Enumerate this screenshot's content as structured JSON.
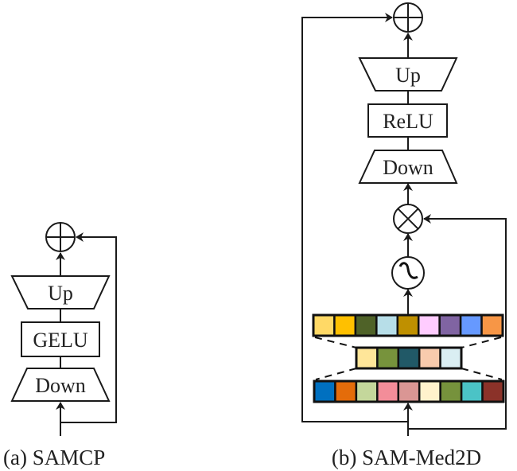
{
  "panel_a": {
    "caption": "(a) SAMCP",
    "blocks": {
      "up": "Up",
      "activation": "GELU",
      "down": "Down"
    },
    "ops": {
      "merge": "add"
    }
  },
  "panel_b": {
    "caption": "(b) SAM-Med2D",
    "blocks": {
      "up": "Up",
      "activation": "ReLU",
      "down": "Down"
    },
    "ops": {
      "merge": "add",
      "gate": "multiply",
      "gate_activation": "sigmoid"
    },
    "feature_bars": {
      "top": [
        "#FFD966",
        "#FFC000",
        "#4F6228",
        "#B7DEE8",
        "#BF9000",
        "#FFCCFF",
        "#8064A2",
        "#6699FF",
        "#F79646"
      ],
      "middle": [
        "#FFE699",
        "#77933C",
        "#215967",
        "#F8CBAD",
        "#DAEEF3"
      ],
      "bottom": [
        "#0070C0",
        "#E46C0A",
        "#C4D79B",
        "#F38D99",
        "#DA9694",
        "#FFF2CC",
        "#76923C",
        "#4BC3C6",
        "#8B3229"
      ]
    }
  }
}
